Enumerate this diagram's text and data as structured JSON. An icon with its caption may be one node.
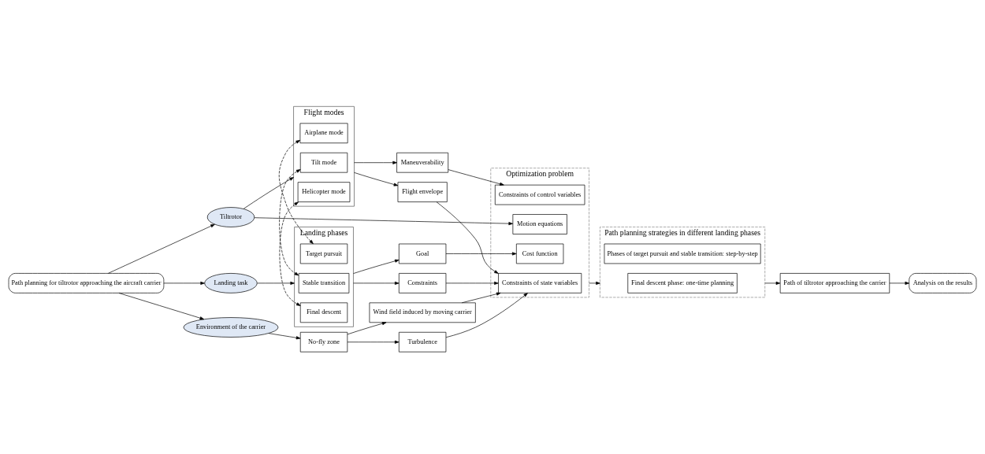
{
  "diagram": {
    "nodes": [
      {
        "text": [
          "Path planning for tiltrotor approaching the aircraft carrier"
        ]
      },
      {
        "text": [
          "Tiltrotor"
        ]
      },
      {
        "text": [
          "Landing task"
        ]
      },
      {
        "text": [
          "Environment of the carrier"
        ]
      },
      {
        "text": [
          "Flight modes"
        ]
      },
      {
        "text": [
          "Airplane mode"
        ],
        "in": 4
      },
      {
        "text": [
          "Tilt mode"
        ],
        "in": 4
      },
      {
        "text": [
          "Helicopter mode"
        ],
        "in": 4
      },
      {
        "text": [
          "Landing phases"
        ]
      },
      {
        "text": [
          "Target pursuit"
        ],
        "in": 8
      },
      {
        "text": [
          "Stable transition"
        ],
        "in": 8
      },
      {
        "text": [
          "Final descent"
        ],
        "in": 8
      },
      {
        "text": [
          "Maneuverability"
        ]
      },
      {
        "text": [
          "Flight envelope"
        ]
      },
      {
        "text": [
          "Constraints"
        ]
      },
      {
        "text": [
          "Goal"
        ]
      },
      {
        "text": [
          "No-fly zone"
        ]
      },
      {
        "text": [
          "Turbulence"
        ]
      },
      {
        "text": [
          "Wind field induced by moving carrier"
        ]
      },
      {
        "text": [
          "Optimization problem"
        ]
      },
      {
        "text": [
          "Motion equations"
        ],
        "in": 19
      },
      {
        "text": [
          "Constraints of control variables"
        ],
        "in": 19
      },
      {
        "text": [
          "Constraints of state variables"
        ],
        "in": 19
      },
      {
        "text": [
          "Cost function"
        ],
        "in": 19
      },
      {
        "text": [
          "Path planning strategies in different landing phases"
        ]
      },
      {
        "text": [
          "Phases of target pursuit and stable transition: step-by-step"
        ],
        "in": 24
      },
      {
        "text": [
          "Final descent phase: one-time planning"
        ],
        "in": 24
      },
      {
        "text": [
          "Path of tiltrotor approaching the carrier"
        ]
      },
      {
        "text": [
          "Analysis on the results"
        ]
      }
    ],
    "edges": [
      {
        "from": 0,
        "to": 1,
        "arrow": "to"
      },
      {
        "from": 0,
        "to": 2,
        "arrow": "to"
      },
      {
        "from": 0,
        "to": 3,
        "arrow": "to"
      },
      {
        "from": 1,
        "to": 20,
        "arrow": "to"
      },
      {
        "from": 1,
        "to": 4,
        "arrow": "to"
      },
      {
        "from": 2,
        "to": 8,
        "arrow": "to"
      },
      {
        "from": 3,
        "to": 16,
        "arrow": "to"
      },
      {
        "from": 4,
        "to": 12,
        "arrow": "to"
      },
      {
        "from": 4,
        "to": 13,
        "arrow": "to"
      },
      {
        "from": 8,
        "to": 14,
        "arrow": "to"
      },
      {
        "from": 8,
        "to": 15,
        "arrow": "to"
      },
      {
        "from": 5,
        "to": 9,
        "arrow": "both",
        "style": "dashed"
      },
      {
        "from": 6,
        "to": 10,
        "arrow": "both",
        "style": "dashed"
      },
      {
        "from": 7,
        "to": 11,
        "arrow": "both",
        "style": "dashed"
      },
      {
        "from": 12,
        "to": 21,
        "arrow": "to"
      },
      {
        "from": 13,
        "to": 22,
        "arrow": "to"
      },
      {
        "from": 14,
        "to": 22,
        "arrow": "to"
      },
      {
        "from": 15,
        "to": 23,
        "arrow": "to"
      },
      {
        "from": 16,
        "to": 17,
        "arrow": "to"
      },
      {
        "from": 16,
        "to": 18,
        "arrow": "to"
      },
      {
        "from": 17,
        "to": 22,
        "arrow": "to"
      },
      {
        "from": 18,
        "to": 22,
        "arrow": "to"
      },
      {
        "from": 19,
        "to": 24,
        "arrow": "to"
      },
      {
        "from": 24,
        "to": 27,
        "arrow": "to"
      },
      {
        "from": 27,
        "to": 28,
        "arrow": "to"
      }
    ]
  }
}
